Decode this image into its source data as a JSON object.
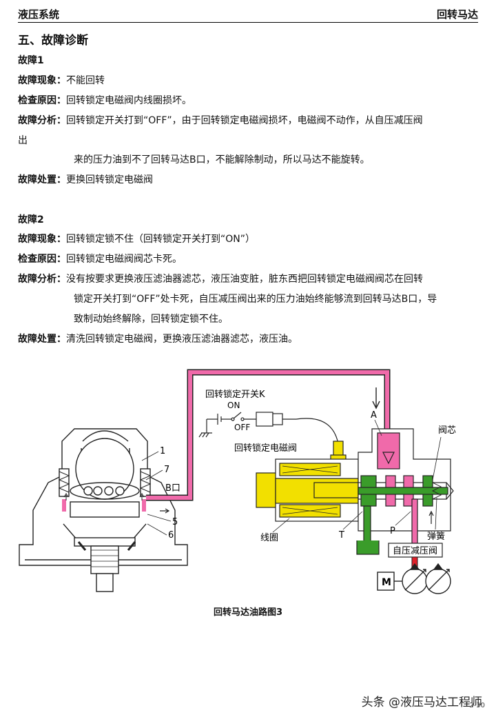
{
  "header": {
    "left": "液压系统",
    "right": "回转马达"
  },
  "section_title": "五、故障诊断",
  "faults": [
    {
      "title": "故障1",
      "phenomenon_label": "故障现象：",
      "phenomenon": "不能回转",
      "cause_label": "检查原因：",
      "cause": "回转锁定电磁阀内线圈损坏。",
      "analysis_label": "故障分析：",
      "analysis_lines": [
        "回转锁定开关打到“OFF”，由于回转锁定电磁阀损坏，电磁阀不动作，从自压减压阀",
        "出",
        "来的压力油到不了回转马达B口，不能解除制动，所以马达不能旋转。"
      ],
      "action_label": "故障处置：",
      "action": "更换回转锁定电磁阀"
    },
    {
      "title": "故障2",
      "phenomenon_label": "故障现象：",
      "phenomenon": "回转锁定锁不住（回转锁定开关打到“ON”）",
      "cause_label": "检查原因：",
      "cause": "回转锁定电磁阀阀芯卡死。",
      "analysis_label": "故障分析：",
      "analysis_lines": [
        "没有按要求更换液压滤油器滤芯，液压油变脏，脏东西把回转锁定电磁阀阀芯在回转",
        "锁定开关打到“OFF”处卡死，自压减压阀出来的压力油始终能够流到回转马达B口，导",
        "致制动始终解除，回转锁定锁不住。"
      ],
      "action_label": "故障处置：",
      "action": "清洗回转锁定电磁阀，更换液压滤油器滤芯，液压油。"
    }
  ],
  "diagram": {
    "labels": {
      "switch": "回转锁定开关K",
      "on": "ON",
      "off": "OFF",
      "solenoid_valve": "回转锁定电磁阀",
      "port_a": "A",
      "spool": "阀芯",
      "port_b": "B口",
      "coil": "线圈",
      "port_t": "T",
      "port_p": "P",
      "spring": "弹簧",
      "reducing_valve": "自压减压阀",
      "motor_m": "M",
      "n1": "1",
      "n7": "7",
      "n5": "5",
      "n6": "6"
    },
    "colors": {
      "pressure_oil": "#f06aaa",
      "drain_oil": "#3a9c2a",
      "coil": "#f2e000",
      "red_line": "#e0202a"
    }
  },
  "caption": "回转马达油路图3",
  "watermark": "头条 @液压马达工程师",
  "page_number": "2-30"
}
